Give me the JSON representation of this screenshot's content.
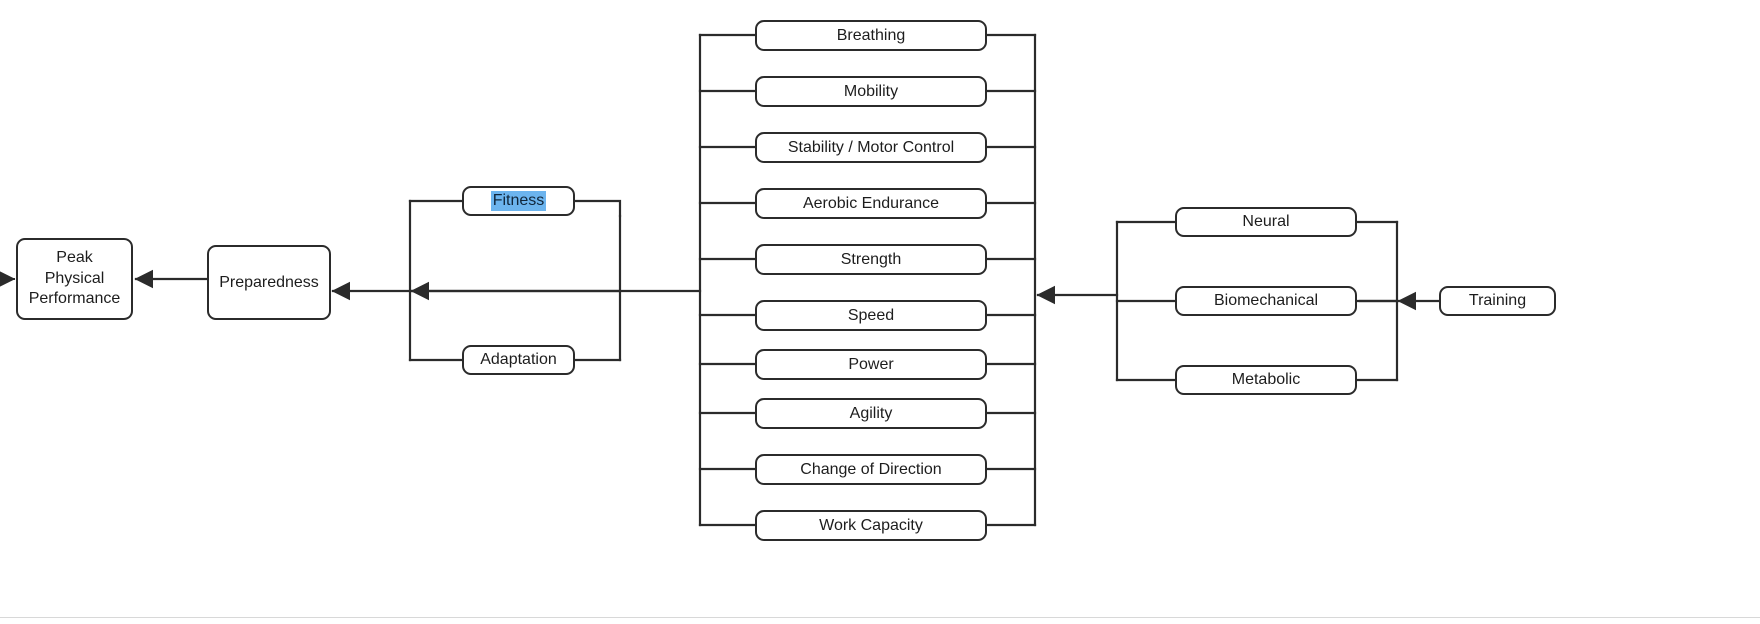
{
  "diagram": {
    "title": "Peak Physical Performance flow diagram",
    "direction": "right-to-left",
    "line_color": "#2b2b2b",
    "box_fill": "#ffffff",
    "selection_color": "#6cb4ee",
    "text_color": "#1d1d1d"
  },
  "outcome": {
    "label": "Peak\nPhysical\nPerformance"
  },
  "preparedness": {
    "label": "Preparedness"
  },
  "qualities_group": {
    "items": [
      {
        "label": "Fitness",
        "selected": true
      },
      {
        "label": "Adaptation",
        "selected": false
      }
    ]
  },
  "attributes_group": {
    "items": [
      {
        "label": "Breathing"
      },
      {
        "label": "Mobility"
      },
      {
        "label": "Stability / Motor Control"
      },
      {
        "label": "Aerobic Endurance"
      },
      {
        "label": "Strength"
      },
      {
        "label": "Speed"
      },
      {
        "label": "Power"
      },
      {
        "label": "Agility"
      },
      {
        "label": "Change of Direction"
      },
      {
        "label": "Work Capacity"
      }
    ]
  },
  "systems_group": {
    "items": [
      {
        "label": "Neural"
      },
      {
        "label": "Biomechanical"
      },
      {
        "label": "Metabolic"
      }
    ]
  },
  "input": {
    "label": "Training"
  }
}
